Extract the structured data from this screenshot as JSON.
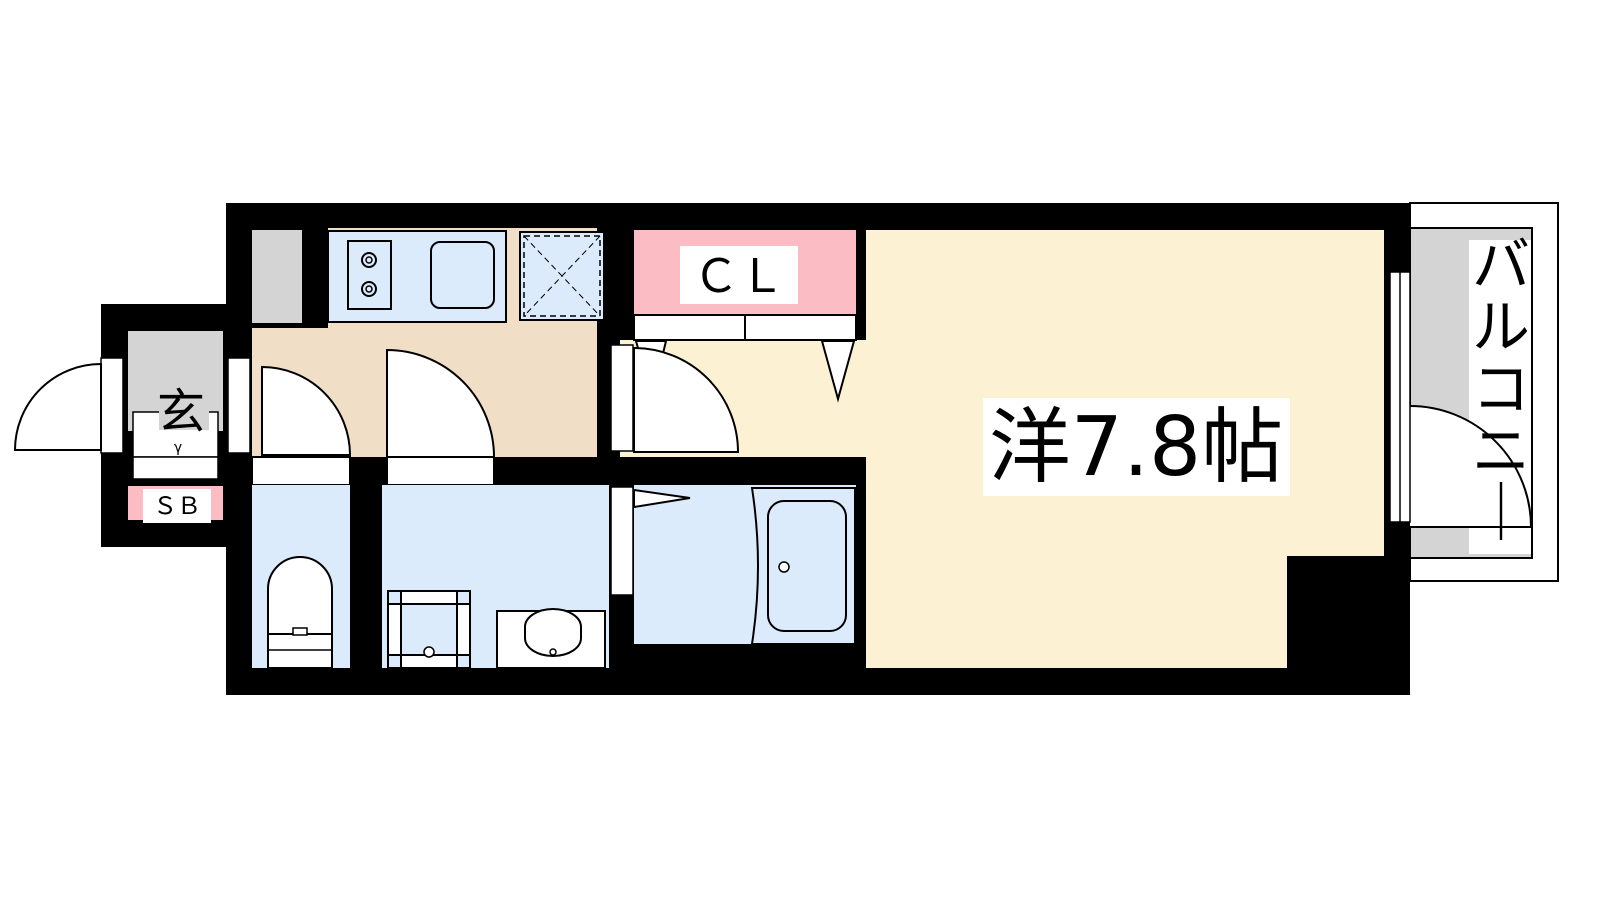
{
  "rooms": {
    "main_room": {
      "label": "洋7.8帖"
    },
    "closet": {
      "label": "ＣＬ"
    },
    "entrance": {
      "label": "玄"
    },
    "shoe_box": {
      "label": "ＳＢ"
    },
    "balcony": {
      "label": "バルコニー"
    }
  },
  "colors": {
    "wall": "#000000",
    "western_room": "#fdf1d3",
    "kitchen_floor": "#f0dfc6",
    "wet_area": "#dcebfc",
    "closet": "#fcbcc3",
    "shoe_box": "#fcbcc3",
    "entrance_floor": "#d4d4d4",
    "balcony": "#d4d4d4"
  },
  "icons": [
    "stove-icon",
    "sink-icon",
    "fridge-space-icon",
    "toilet-icon",
    "washer-icon",
    "washbasin-icon",
    "bathtub-icon",
    "door-swing-icon"
  ]
}
